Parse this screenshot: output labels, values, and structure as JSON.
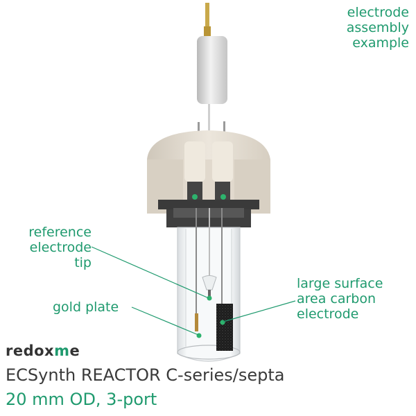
{
  "labels": {
    "assembly": "electrode\nassembly\nexample",
    "reference": "reference\nelectrode\ntip",
    "gold": "gold plate",
    "carbon": "large surface\narea carbon\nelectrode"
  },
  "brand": {
    "prefix": "redox",
    "middle": "m",
    "suffix": "e"
  },
  "product": {
    "title": "ECSynth REACTOR C-series/septa",
    "subtitle": "20 mm OD, 3-port"
  },
  "colors": {
    "accent": "#1f9a6e",
    "cap": "#e4ddd2",
    "dark": "#3b3b3b"
  }
}
